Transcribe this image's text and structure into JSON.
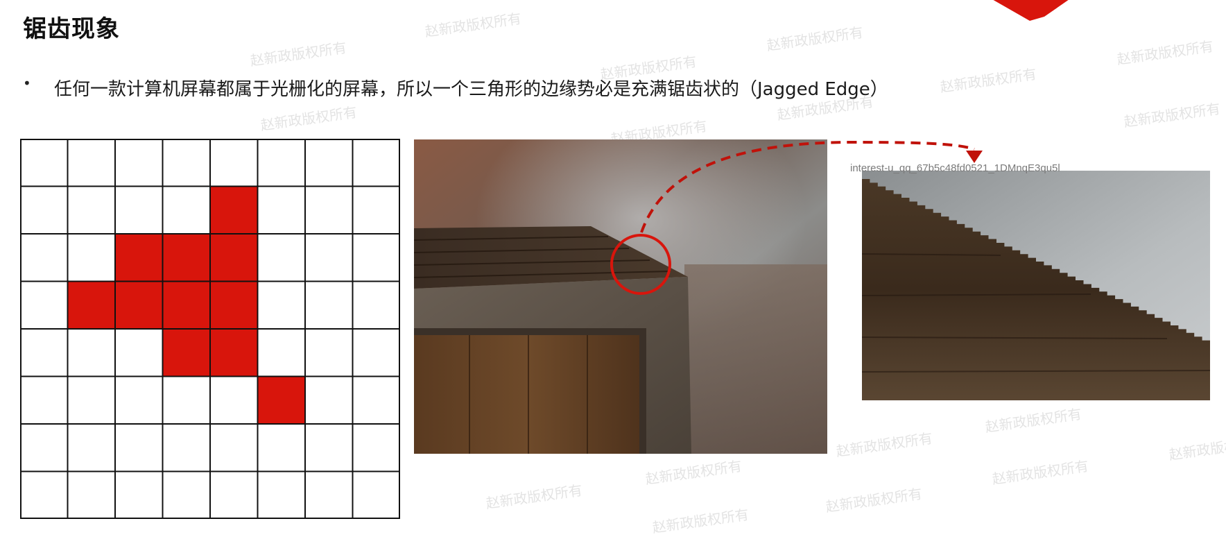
{
  "slide": {
    "title": "锯齿现象",
    "bullet": "任何一款计算机屏幕都属于光栅化的屏幕，所以一个三角形的边缘势必是充满锯齿状的（Jagged Edge）",
    "bullet_marker": "•",
    "image_caption": "interest-u_qq_67b5c48fd0521_1DMnqE3qu5l",
    "watermark_text": "赵新政版权所有",
    "accent_color": "#d8150c"
  },
  "pixel_grid": {
    "rows": 8,
    "cols": 8,
    "fill_color": "#d8150c",
    "filled_cells": [
      [
        1,
        4
      ],
      [
        2,
        2
      ],
      [
        2,
        3
      ],
      [
        2,
        4
      ],
      [
        3,
        1
      ],
      [
        3,
        2
      ],
      [
        3,
        3
      ],
      [
        3,
        4
      ],
      [
        4,
        3
      ],
      [
        4,
        4
      ],
      [
        5,
        5
      ]
    ]
  }
}
